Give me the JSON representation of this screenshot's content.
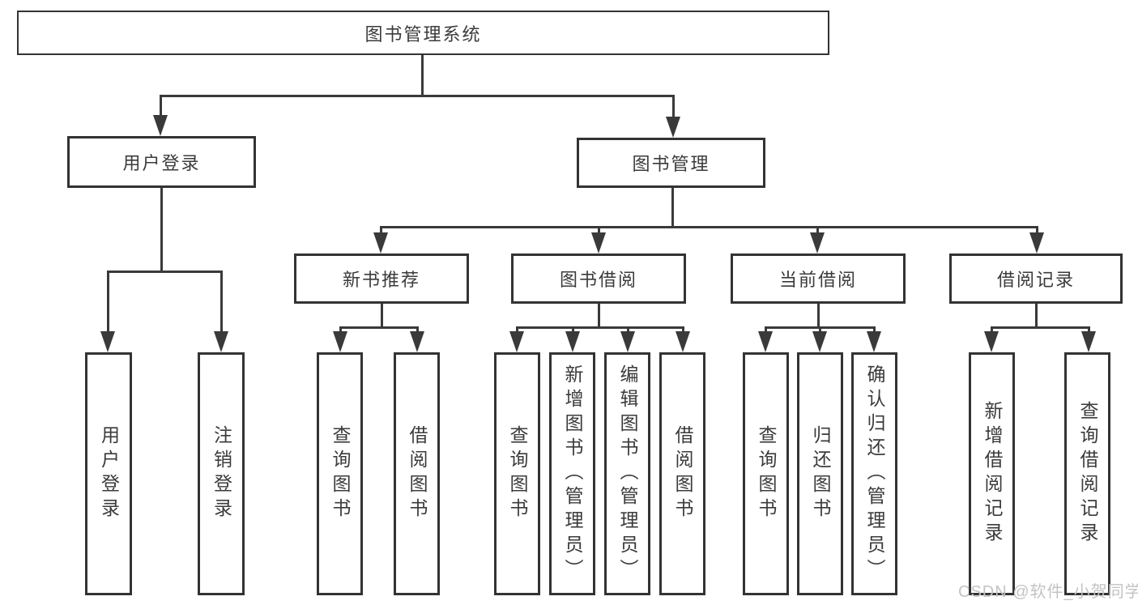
{
  "diagram": {
    "root": "图书管理系统",
    "user_login": {
      "label": "用户登录",
      "children": [
        "用户登录",
        "注销登录"
      ]
    },
    "book_mgmt": {
      "label": "图书管理"
    },
    "modules": [
      {
        "label": "新书推荐",
        "children": [
          "查询图书",
          "借阅图书"
        ]
      },
      {
        "label": "图书借阅",
        "children": [
          "查询图书",
          "新增图书（管理员）",
          "编辑图书（管理员）",
          "借阅图书"
        ]
      },
      {
        "label": "当前借阅",
        "children": [
          "查询图书",
          "归还图书",
          "确认归还（管理员）"
        ]
      },
      {
        "label": "借阅记录",
        "children": [
          "新增借阅记录",
          "查询借阅记录"
        ]
      }
    ],
    "watermark": "CSDN @软件_小贺同学",
    "colors": {
      "line": "#3a3a3a",
      "box_border": "#333333",
      "text": "#3b3b3b",
      "watermark": "#c3c3c3",
      "background": "#ffffff"
    }
  }
}
